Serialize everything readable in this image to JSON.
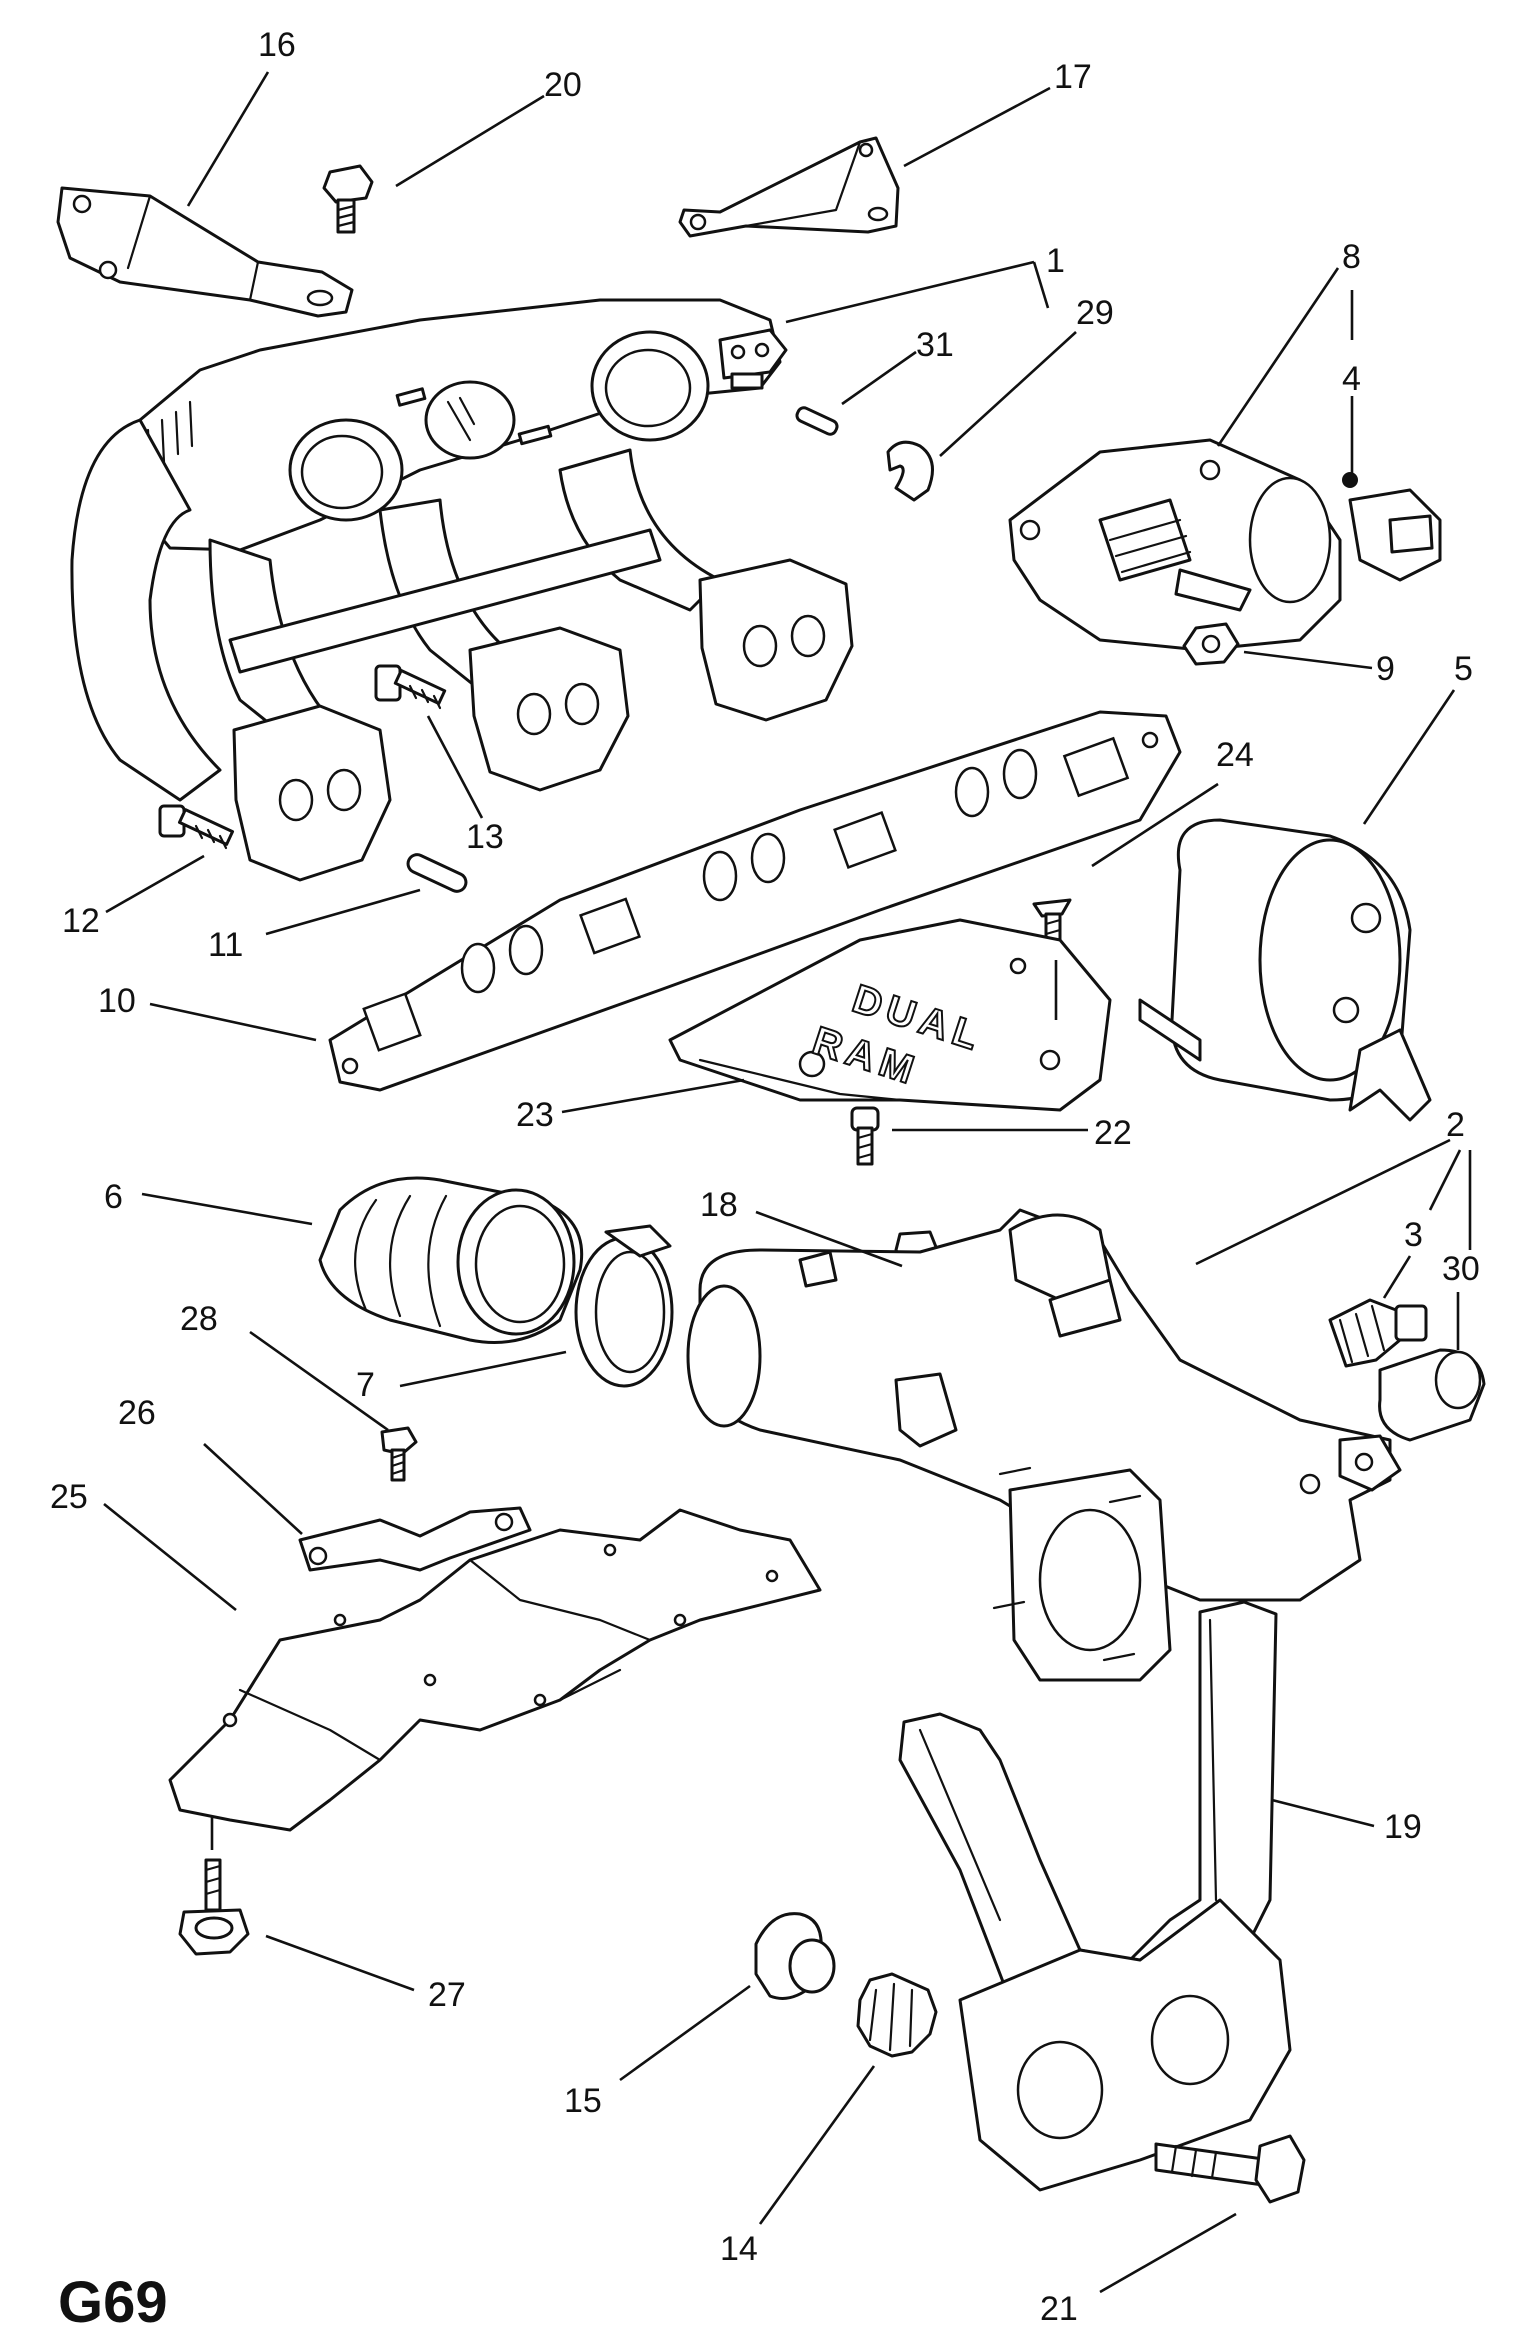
{
  "page": {
    "ident": "G69"
  },
  "stamp": {
    "line1": "DUAL",
    "line2": "RAM"
  },
  "callouts": {
    "c1": "1",
    "c2": "2",
    "c3": "3",
    "c4": "4",
    "c5": "5",
    "c6": "6",
    "c7": "7",
    "c8": "8",
    "c9": "9",
    "c10": "10",
    "c11": "11",
    "c12": "12",
    "c13": "13",
    "c14": "14",
    "c15": "15",
    "c16": "16",
    "c17": "17",
    "c18": "18",
    "c19": "19",
    "c20": "20",
    "c21": "21",
    "c22": "22",
    "c23": "23",
    "c24": "24",
    "c25": "25",
    "c26": "26",
    "c27": "27",
    "c28": "28",
    "c29": "29",
    "c30": "30",
    "c31": "31"
  }
}
